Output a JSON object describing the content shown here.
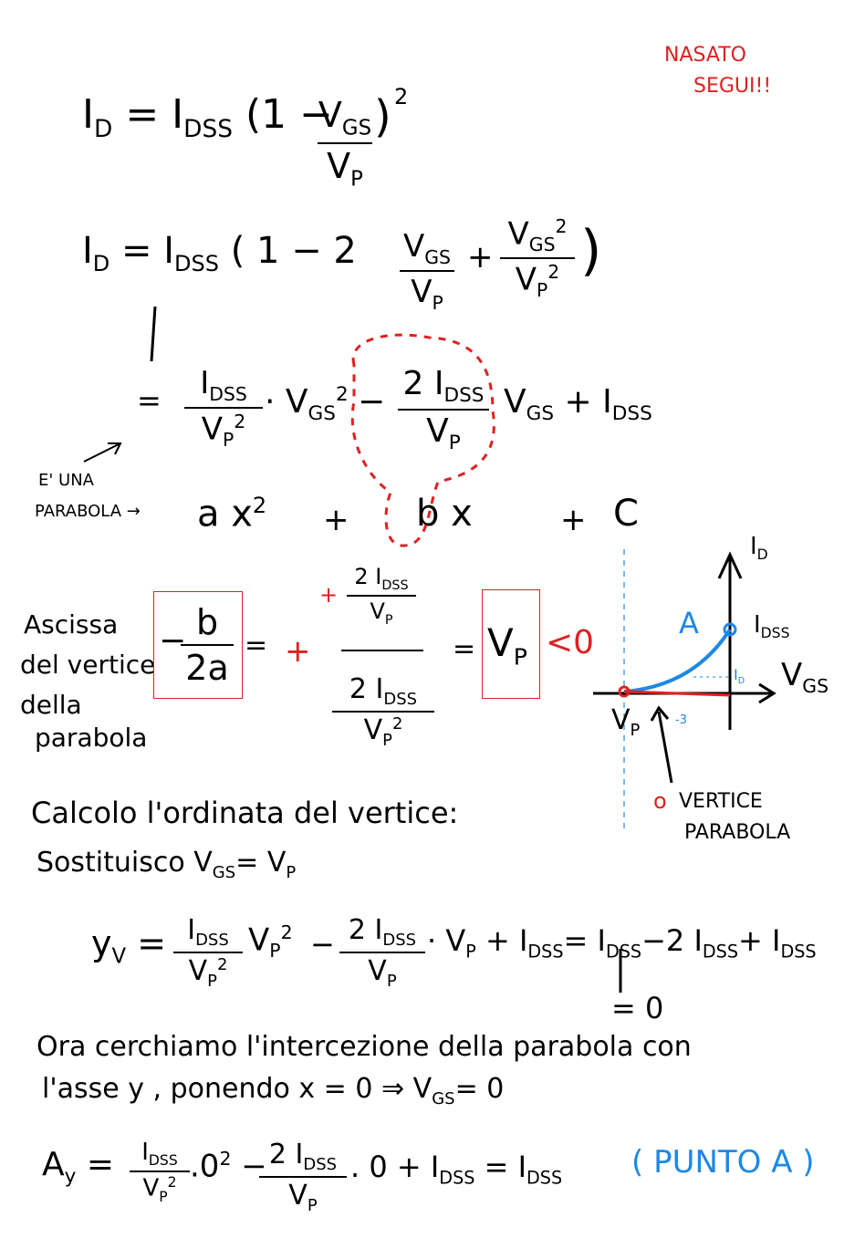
{
  "note": {
    "line1": "NASATO",
    "line2": "SEGUI!!"
  },
  "eq1": {
    "lhs": "I",
    "lhs_sub": "D",
    "rhs_pre": "= I",
    "rhs_pre_sub": "DSS",
    "paren_open": "(1 −",
    "num": "V",
    "num_sub": "GS",
    "den": "V",
    "den_sub": "P",
    "paren_close": ")",
    "exp": "2"
  },
  "eq2": {
    "lhs": "I",
    "lhs_sub": "D",
    "eq": "=",
    "coef": "I",
    "coef_sub": "DSS",
    "open": "( 1 − 2",
    "t2_num": "V",
    "t2_num_sub": "GS",
    "t2_den": "V",
    "t2_den_sub": "P",
    "plus": "+",
    "t3_num": "V",
    "t3_num_sub": "GS",
    "t3_num_exp": "2",
    "t3_den": "V",
    "t3_den_sub": "P",
    "t3_den_exp": "2",
    "close": ")"
  },
  "eq3": {
    "eq": "=",
    "a_num": "I",
    "a_num_sub": "DSS",
    "a_den": "V",
    "a_den_sub": "P",
    "a_den_exp": "2",
    "a_var": "· V",
    "a_var_sub": "GS",
    "a_var_exp": "2",
    "minus": "−",
    "b_num": "2 I",
    "b_num_sub": "DSS",
    "b_den": "V",
    "b_den_sub": "P",
    "b_var": "V",
    "b_var_sub": "GS",
    "c_term": "+ I",
    "c_term_sub": "DSS"
  },
  "parabola": {
    "note1": "E' UNA",
    "note2": "PARABOLA →",
    "form_a": "a x",
    "form_exp": "2",
    "form_plus1": "+",
    "form_b": "b x",
    "form_plus2": "+",
    "form_c": "C"
  },
  "vertex": {
    "label1": "Ascissa",
    "label2": "del vertice",
    "label3": "della",
    "label4": "parabola",
    "minus": "−",
    "num": "b",
    "den": "2a",
    "eq": "=",
    "plus": "+",
    "n_top_plus": "+",
    "n_top": "2 I",
    "n_top_sub": "DSS",
    "n_top_den": "V",
    "n_top_den_sub": "P",
    "d_top": "2 I",
    "d_top_sub": "DSS",
    "d_den": "V",
    "d_den_sub": "P",
    "d_den_exp": "2",
    "eq2": "=",
    "result": "V",
    "result_sub": "P",
    "lt0": "<0"
  },
  "graph": {
    "y_axis": "I",
    "y_axis_sub": "D",
    "x_axis": "V",
    "x_axis_sub": "GS",
    "point_a": "A",
    "idss": "I",
    "idss_sub": "DSS",
    "id": "I",
    "id_sub": "D",
    "vp": "V",
    "vp_sub": "P",
    "minus3": "-3",
    "legend_marker": "o",
    "legend1": "VERTICE",
    "legend2": "PARABOLA",
    "blue": "#1e88e5",
    "red": "#e02020"
  },
  "ordinate": {
    "line1": "Calcolo l'ordinata del vertice:",
    "line2": "Sostituisco  V",
    "line2_sub": "GS",
    "line2_end": "= V",
    "line2_end_sub": "P"
  },
  "yv": {
    "lhs": "y",
    "lhs_sub": "V",
    "eq": "=",
    "t1_num": "I",
    "t1_num_sub": "DSS",
    "t1_den": "V",
    "t1_den_sub": "P",
    "t1_den_exp": "2",
    "t1_var": "V",
    "t1_var_sub": "P",
    "t1_var_exp": "2",
    "minus": "−",
    "t2_num": "2 I",
    "t2_num_sub": "DSS",
    "t2_den": "V",
    "t2_den_sub": "P",
    "t2_var": "· V",
    "t2_var_sub": "P",
    "plus": "+",
    "t3": "I",
    "t3_sub": "DSS",
    "eq2": "=",
    "r1": "I",
    "r1_sub": "DSS",
    "r2": "−2 I",
    "r2_sub": "DSS",
    "r3": "+ I",
    "r3_sub": "DSS",
    "result": "= 0"
  },
  "intercept": {
    "line1": "Ora cerchiamo l'intercezione della parabola con",
    "line2": "l'asse y , ponendo  x = 0  ⇒  V",
    "line2_sub": "GS",
    "line2_end": "= 0"
  },
  "ay": {
    "lhs": "A",
    "lhs_sub": "y",
    "eq": "=",
    "t1_num": "I",
    "t1_num_sub": "DSS",
    "t1_den": "V",
    "t1_den_sub": "P",
    "t1_den_exp": "2",
    "t1_var": ".0",
    "t1_var_exp": "2",
    "minus": "−",
    "t2_num": "2 I",
    "t2_num_sub": "DSS",
    "t2_den": "V",
    "t2_den_sub": "P",
    "t2_var": ". 0",
    "plus": "+ I",
    "plus_sub": "DSS",
    "eq2": "= I",
    "eq2_sub": "DSS",
    "punto": "( PUNTO A )"
  }
}
